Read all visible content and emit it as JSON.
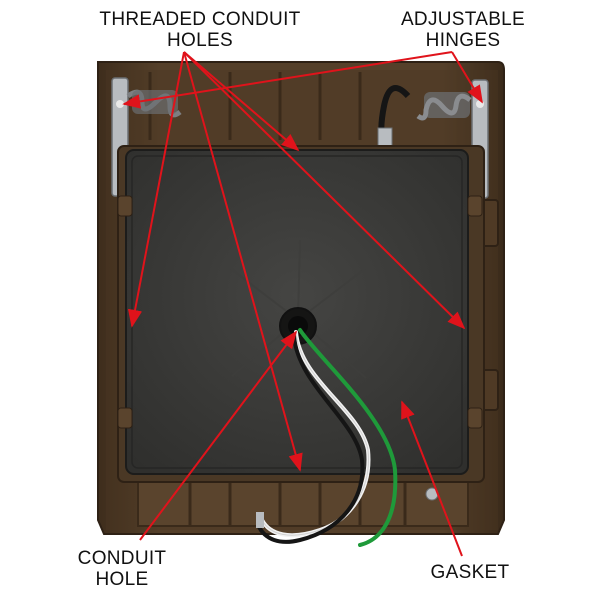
{
  "labels": {
    "threaded_conduit_holes": {
      "line1": "THREADED CONDUIT",
      "line2": "HOLES"
    },
    "adjustable_hinges": {
      "line1": "ADJUSTABLE",
      "line2": "HINGES"
    },
    "conduit_hole": {
      "line1": "CONDUIT",
      "line2": "HOLE"
    },
    "gasket": {
      "line1": "GASKET"
    }
  },
  "colors": {
    "housing": "#4a3623",
    "housing_edge": "#2e2115",
    "cover": "#3a3a38",
    "cover_inner": "#333331",
    "arrow": "#e0131b",
    "hinge_metal": "#b8bcc0",
    "wire_black": "#151515",
    "wire_white": "#f2f2f2",
    "wire_green": "#1f9a3a"
  }
}
